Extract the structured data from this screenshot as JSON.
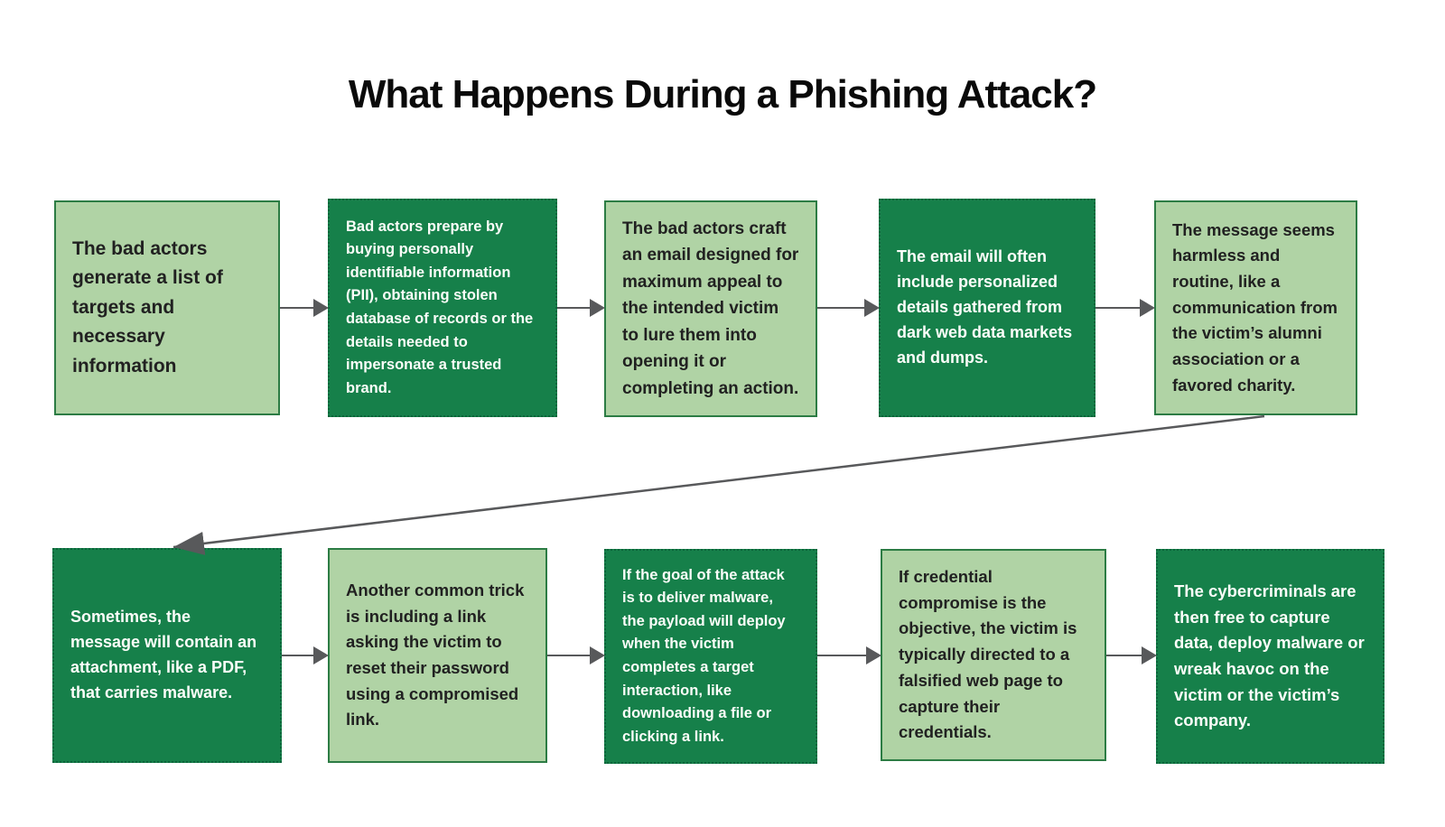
{
  "title": "What Happens During a Phishing Attack?",
  "colors": {
    "background": "#FFFFFF",
    "dark_green_fill": "#16804A",
    "dark_green_border": "#0B643A",
    "light_green_fill": "#B0D3A5",
    "light_green_border": "#2C7C44",
    "arrow_gray": "#58595B",
    "title_text": "#0A0A0A",
    "dark_box_text": "#FBFDF9",
    "light_box_text": "#212121"
  },
  "steps": [
    {
      "variant": "light",
      "text": "The bad actors generate a list of targets and necessary information"
    },
    {
      "variant": "dark",
      "text": "Bad actors  prepare by buying personally identifiable information (PII), obtaining stolen database of records or the details needed to impersonate a trusted brand."
    },
    {
      "variant": "light",
      "text": "The bad actors craft an email designed for maximum appeal to the intended victim to lure them into opening it or completing an action."
    },
    {
      "variant": "dark",
      "text": "The email will often include personalized details gathered from dark web data markets and dumps."
    },
    {
      "variant": "light",
      "text": "The message seems harmless and routine, like a communication from the victim’s alumni association or a favored charity."
    },
    {
      "variant": "dark",
      "text": "Sometimes, the message will contain an attachment, like a PDF, that carries malware."
    },
    {
      "variant": "light",
      "text": "Another common trick is including a link asking the victim to reset their password using a compromised link."
    },
    {
      "variant": "dark",
      "text": "If the goal of the attack is to deliver malware, the payload will deploy when the victim completes a target interaction, like downloading a file or clicking a link."
    },
    {
      "variant": "light",
      "text": "If credential compromise is the objective, the victim is typically directed to a falsified web page to capture their credentials."
    },
    {
      "variant": "dark",
      "text": "The cybercriminals are then free to capture data, deploy malware or wreak havoc on the victim or the victim’s company."
    }
  ]
}
